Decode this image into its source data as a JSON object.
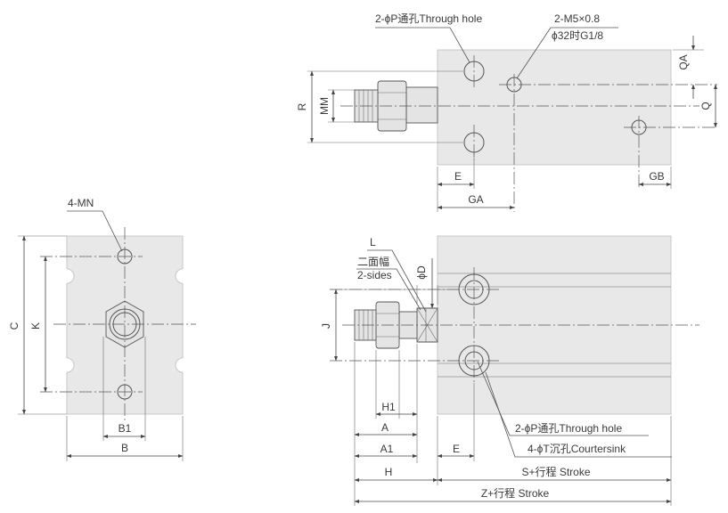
{
  "top_view": {
    "label_through_hole": "2-ϕP通孔Through hole",
    "label_port_thread": "2-M5×0.8",
    "label_port_32": "ϕ32时G1/8",
    "dim_QA": "QA",
    "dim_Q": "Q",
    "dim_R": "R",
    "dim_MM": "MM",
    "dim_E": "E",
    "dim_GA": "GA",
    "dim_GB": "GB"
  },
  "end_view": {
    "label_MN": "4-MN",
    "dim_C": "C",
    "dim_K": "K",
    "dim_B1": "B1",
    "dim_B": "B"
  },
  "side_view": {
    "label_L": "L",
    "label_two_sides_cn": "二面幅",
    "label_two_sides_en": "2-sides",
    "dim_phiD": "ϕD",
    "dim_J": "J",
    "dim_H1": "H1",
    "dim_A": "A",
    "dim_A1": "A1",
    "dim_H": "H",
    "dim_E": "E",
    "dim_S_stroke": "S+行程 Stroke",
    "dim_Z_stroke": "Z+行程 Stroke",
    "label_through_hole": "2-ϕP通孔Through hole",
    "label_countersink": "4-ϕT沉孔Courtersink"
  }
}
